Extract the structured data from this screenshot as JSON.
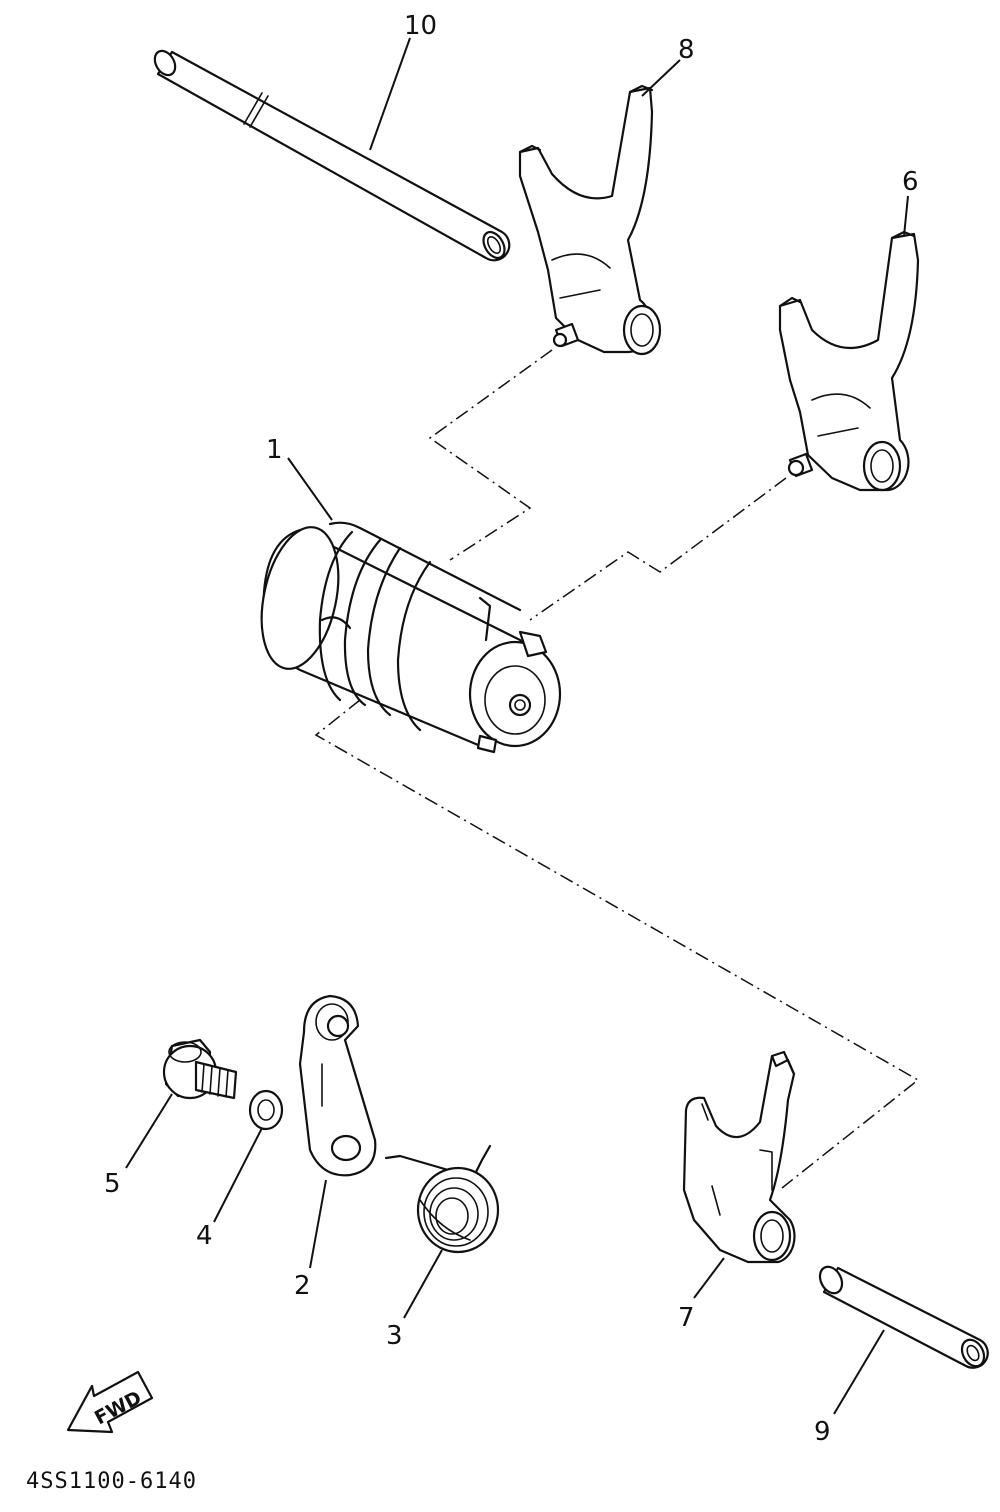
{
  "diagram": {
    "drawing_code": "4SS1100-6140",
    "direction_label": "FWD",
    "callouts": {
      "shift_drum": "1",
      "segment": "2",
      "spring": "3",
      "washer": "4",
      "bolt": "5",
      "fork_6": "6",
      "fork_7": "7",
      "fork_8": "8",
      "guide_bar_9": "9",
      "guide_bar_10": "10"
    }
  }
}
